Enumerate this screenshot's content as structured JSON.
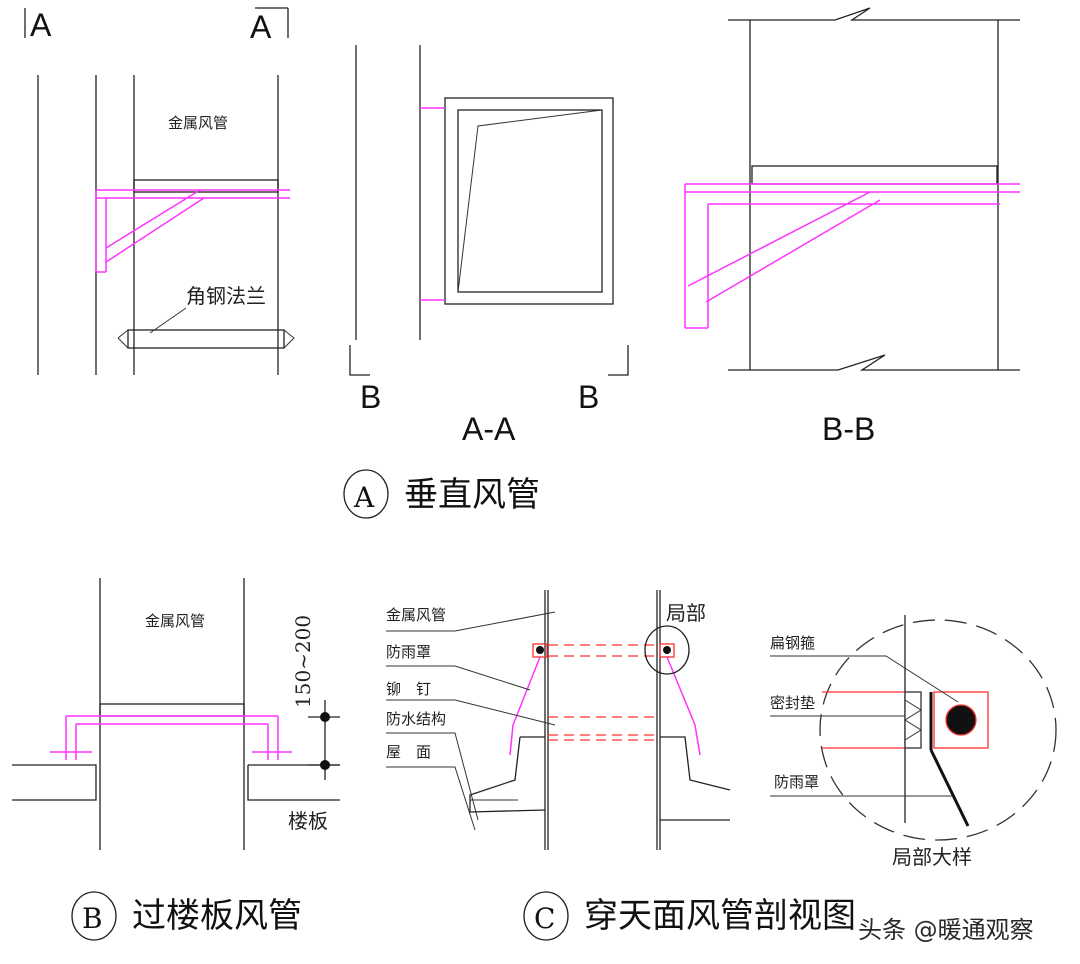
{
  "panel_a": {
    "section_marks": [
      "A",
      "A",
      "B",
      "B"
    ],
    "duct_label": "金属风管",
    "flange_label": "角钢法兰",
    "view_aa": "A-A",
    "view_bb": "B-B",
    "caption_letter": "A",
    "caption": "垂直风管"
  },
  "panel_b": {
    "duct_label": "金属风管",
    "dimension": "150~200",
    "floor_label": "楼板",
    "caption_letter": "B",
    "caption": "过楼板风管"
  },
  "panel_c": {
    "labels": [
      "金属风管",
      "防雨罩",
      "铆　钉",
      "防水结构",
      "屋　面"
    ],
    "local_label": "局部",
    "caption_letter": "C",
    "caption": "穿天面风管剖视图"
  },
  "detail": {
    "labels": [
      "扁钢箍",
      "密封垫",
      "防雨罩"
    ],
    "title": "局部大样"
  },
  "watermark": "头条 @暖通观察"
}
